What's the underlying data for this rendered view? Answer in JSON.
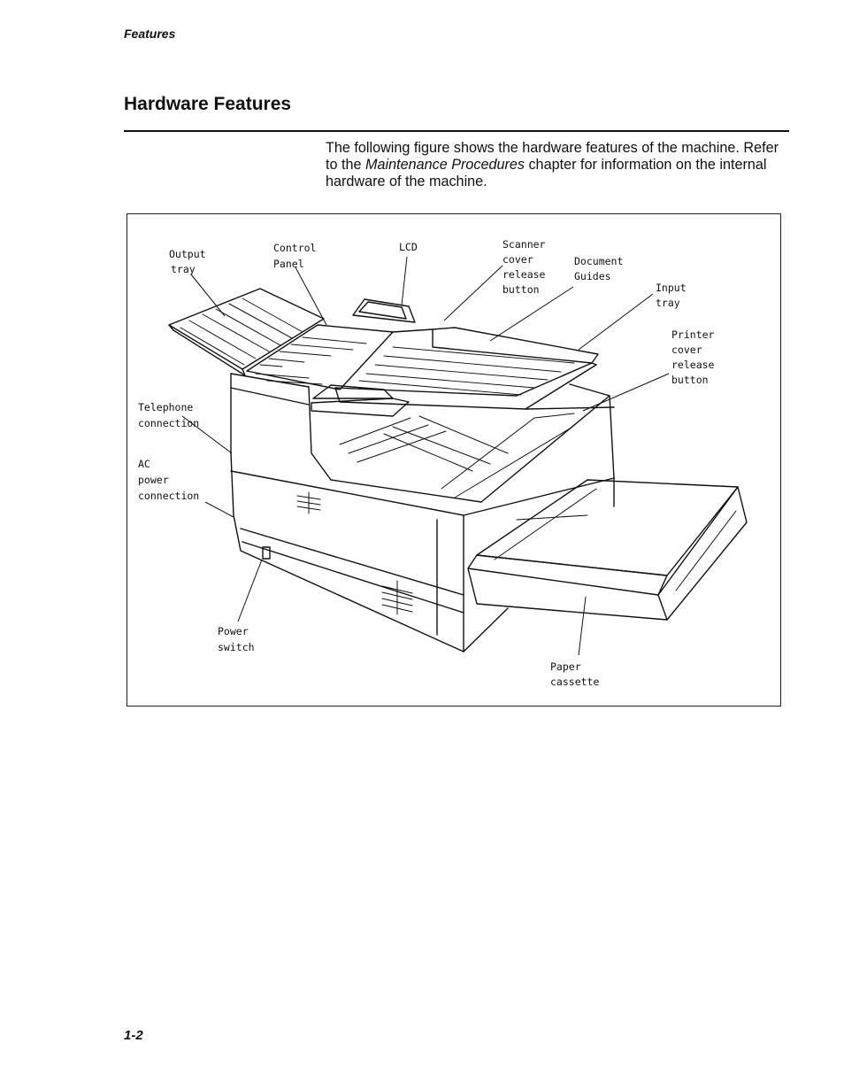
{
  "header": {
    "running_head": "Features"
  },
  "section": {
    "title": "Hardware Features"
  },
  "intro": {
    "part1": "The following figure shows the hardware features of the machine. Refer to the ",
    "emphasis": "Maintenance Procedures",
    "part2": " chapter for information on the internal hardware of the machine."
  },
  "figure": {
    "callouts": {
      "output_tray": [
        "Output",
        "tray"
      ],
      "control_panel": [
        "Control",
        "Panel"
      ],
      "lcd": [
        "LCD"
      ],
      "scanner_cover_release": [
        "Scanner",
        "cover",
        "release",
        "button"
      ],
      "document_guides": [
        "Document",
        "Guides"
      ],
      "input_tray": [
        "Input",
        "tray"
      ],
      "printer_cover_release": [
        "Printer",
        "cover",
        "release",
        "button"
      ],
      "telephone_connection": [
        "Telephone",
        "connection"
      ],
      "ac_power_connection": [
        "AC",
        "power",
        "connection"
      ],
      "power_switch": [
        "Power",
        "switch"
      ],
      "paper_cassette": [
        "Paper",
        "cassette"
      ]
    }
  },
  "footer": {
    "folio": "1-2"
  }
}
